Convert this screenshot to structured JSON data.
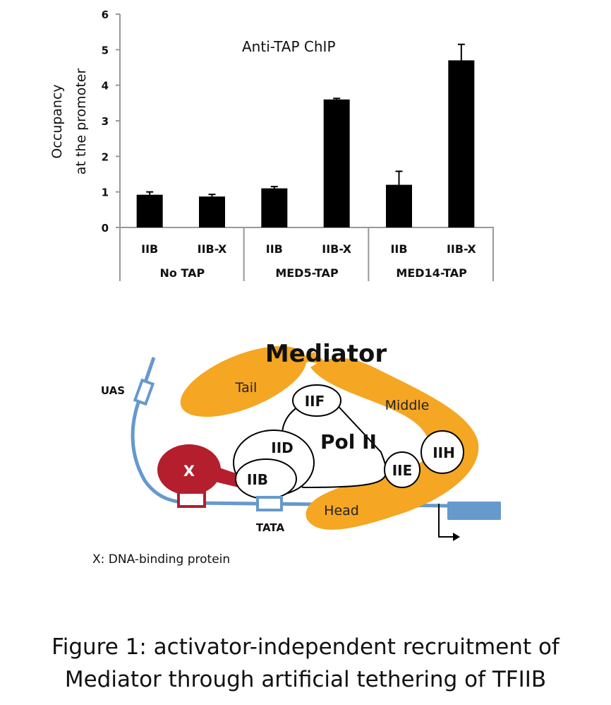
{
  "chart_data": {
    "type": "bar",
    "title": "Anti-TAP ChIP",
    "xlabel": "",
    "ylabel": [
      "Occupancy",
      "at the promoter"
    ],
    "ylim": [
      0,
      6
    ],
    "yticks": [
      0,
      1,
      2,
      3,
      4,
      5,
      6
    ],
    "grid": false,
    "legend": "none",
    "categories": [
      "IIB",
      "IIB-X",
      "IIB",
      "IIB-X",
      "IIB",
      "IIB-X"
    ],
    "groups": [
      "No TAP",
      "MED5-TAP",
      "MED14-TAP"
    ],
    "series": [
      {
        "name": "Occupancy",
        "values": [
          0.92,
          0.87,
          1.1,
          3.6,
          1.2,
          4.7
        ],
        "error": [
          0.08,
          0.06,
          0.05,
          0.03,
          0.38,
          0.45
        ]
      }
    ],
    "bar_color": "#000000"
  },
  "diagram": {
    "title": "Mediator",
    "mediator_color": "#F5A623",
    "dna_color": "#6699CC",
    "activator_color": "#B41E2D",
    "labels": {
      "tail": "Tail",
      "middle": "Middle",
      "head": "Head",
      "pol2": "Pol II",
      "iif": "IIF",
      "iid": "IID",
      "iib": "IIB",
      "iie": "IIE",
      "iih": "IIH",
      "x": "X",
      "uas": "UAS",
      "tata": "TATA"
    },
    "note": "X: DNA-binding protein"
  },
  "caption": {
    "line1": "Figure 1: activator-independent recruitment of",
    "line2": "Mediator through artificial tethering of TFIIB"
  }
}
